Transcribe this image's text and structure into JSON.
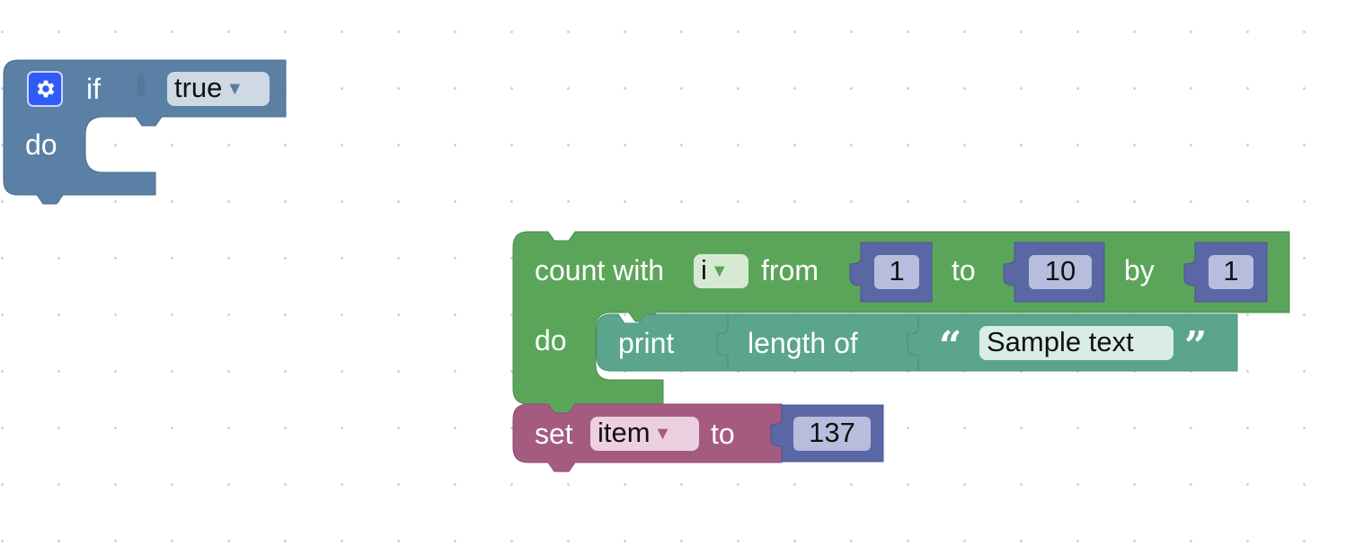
{
  "workspace": {
    "if_block": {
      "if_label": "if",
      "condition_value": "true",
      "do_label": "do",
      "icons": {
        "mutator": "gear-icon",
        "dropdown": "triangle-down-icon"
      },
      "color": "#5b80a5"
    },
    "for_block": {
      "label_count_with": "count with",
      "variable": "i",
      "label_from": "from",
      "from_value": "1",
      "label_to": "to",
      "to_value": "10",
      "label_by": "by",
      "by_value": "1",
      "do_label": "do",
      "color": "#5ba55b"
    },
    "print_block": {
      "label_print": "print",
      "label_length_of": "length of",
      "text_value": "Sample text",
      "color": "#5ba58c"
    },
    "set_block": {
      "label_set": "set",
      "variable": "item",
      "label_to": "to",
      "value": "137",
      "color": "#a55b80"
    },
    "number_block_color": "#5b67a5"
  }
}
